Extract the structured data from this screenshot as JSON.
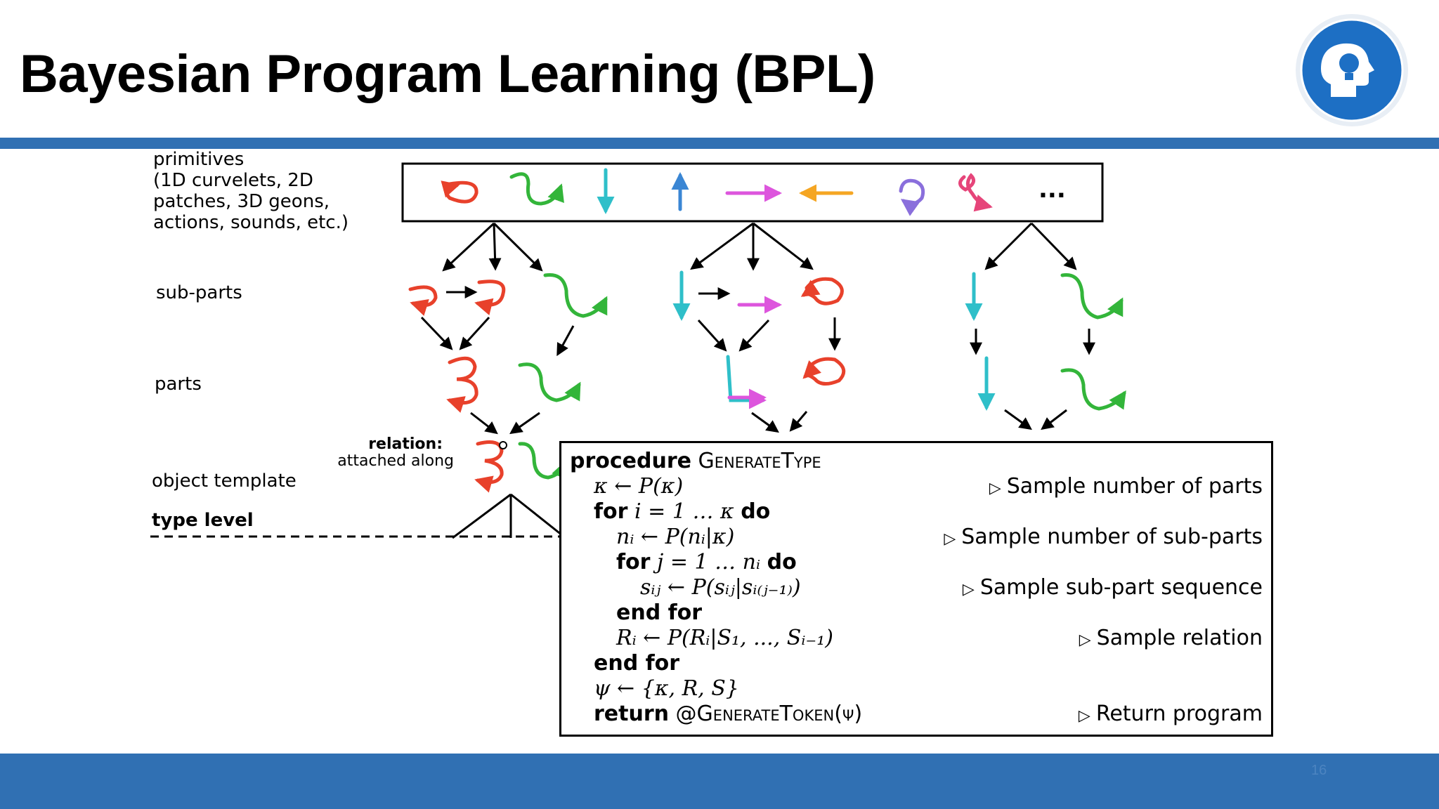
{
  "slide": {
    "title": "Bayesian Program Learning (BPL)",
    "page_number": "16"
  },
  "figure": {
    "labels": {
      "primitives": "primitives\n(1D curvelets, 2D\npatches, 3D geons,\nactions, sounds, etc.)",
      "subparts": "sub-parts",
      "parts": "parts",
      "relation_title": "relation:",
      "relation_sub": "attached along",
      "object_template": "object template",
      "type_level": "type level"
    },
    "ellipsis": "...",
    "colors": {
      "red": "#e8412b",
      "green": "#33b53a",
      "cyan": "#2fbfc9",
      "blue": "#3a86d4",
      "magenta": "#dd55dd",
      "orange": "#f5a623",
      "purple": "#8a6fdc",
      "pink": "#e6457a",
      "accent_bar": "#3070b3"
    }
  },
  "algorithm": {
    "title_kw": "procedure",
    "title_name": "GenerateType",
    "lines": [
      {
        "code": "κ ← P(κ)",
        "comment": "Sample number of parts"
      },
      {
        "kw": "for",
        "code": "i = 1 … κ",
        "kw2": "do"
      },
      {
        "code": "nᵢ ← P(nᵢ|κ)",
        "comment": "Sample number of sub-parts"
      },
      {
        "kw": "for",
        "code": "j = 1 … nᵢ",
        "kw2": "do"
      },
      {
        "code": "sᵢⱼ ← P(sᵢⱼ|sᵢ₍ⱼ₋₁₎)",
        "comment": "Sample sub-part sequence"
      },
      {
        "kw": "end for"
      },
      {
        "code": "Rᵢ ← P(Rᵢ|S₁, ..., Sᵢ₋₁)",
        "comment": "Sample relation"
      },
      {
        "kw": "end for"
      },
      {
        "code": "ψ ← {κ, R, S}"
      },
      {
        "kw": "return",
        "code": "@GenerateToken(ψ)",
        "comment": "Return program"
      }
    ]
  }
}
